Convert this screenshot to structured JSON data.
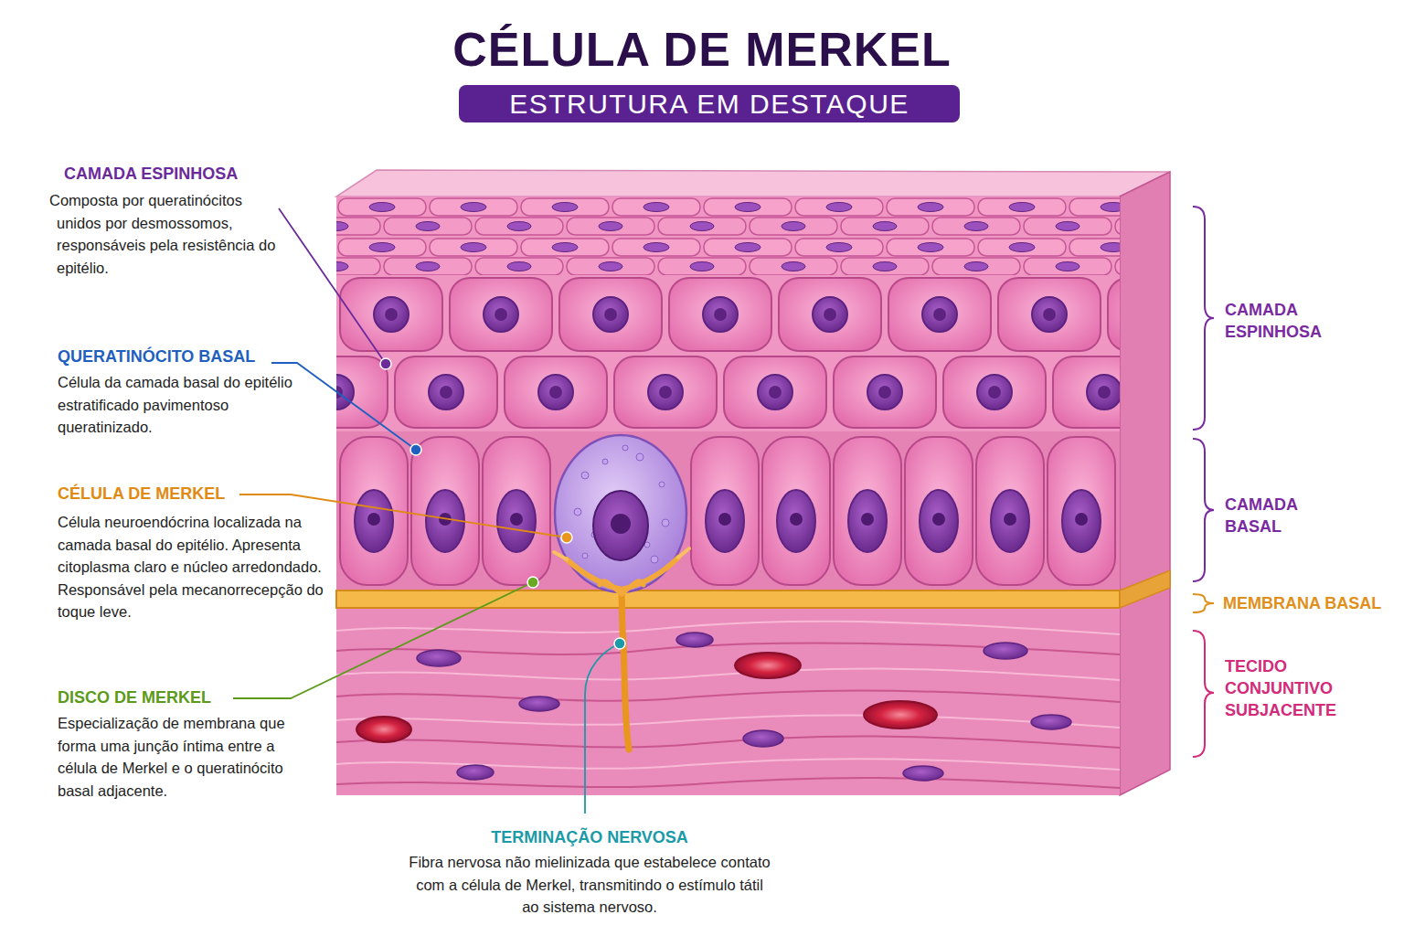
{
  "diagram": {
    "title": "CÉLULA DE MERKEL",
    "nodes": [
      {
        "text": [
          "ESTRUTURA EM DESTAQUE"
        ]
      }
    ],
    "labels": [
      "CAMADA ESPINHOSA",
      "Composta por queratinócitos unidos por desmossomos, responsáveis pela resistência do epitélio.",
      "QUERATINÓCITO BASAL",
      "Célula da camada basal do epitélio estratificado pavimentoso queratinizado.",
      "CÉLULA DE MERKEL",
      "Célula neuroendócrina localizada na camada basal do epitélio. Apresenta citoplasma claro e núcleo arredondado. Responsável pela mecanorrecepção do toque leve.",
      "DISCO DE MERKEL",
      "Especialização de membrana que forma uma junção íntima entre a célula de Merkel e o queratinócito basal adjacente.",
      "TERMINAÇÃO NERVOSA",
      "Fibra nervosa não mielinizada que estabelece contato com a célula de Merkel, transmitindo o estímulo tátil ao sistema nervoso.",
      "CAMADA ESPINHOSA",
      "CAMADA BASAL",
      "MEMBRANA BASAL",
      "TECIDO CONJUNTIVO SUBJACENTE"
    ]
  }
}
